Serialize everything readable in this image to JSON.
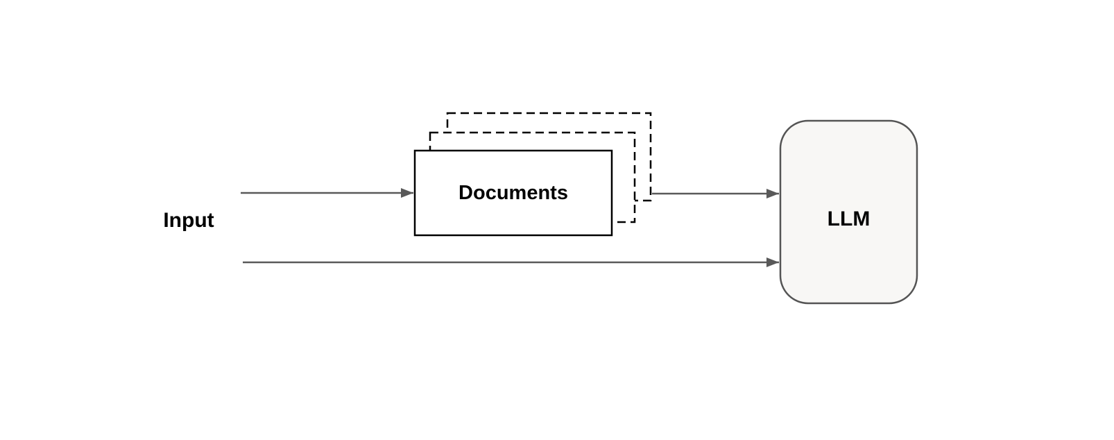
{
  "diagram": {
    "type": "flow-diagram",
    "background_color": "#ffffff",
    "nodes": {
      "input": {
        "label": "Input",
        "shape": "plain-text"
      },
      "documents": {
        "label": "Documents",
        "shape": "rectangle-stack",
        "front_style": "solid",
        "back_pages_style": "dashed",
        "stack_count": 3,
        "border_color": "#000000",
        "fill_color": "#ffffff"
      },
      "llm": {
        "label": "LLM",
        "shape": "rounded-rectangle",
        "border_color": "#545454",
        "fill_color": "#f8f7f5"
      }
    },
    "edges": [
      {
        "from": "Input",
        "to": "Documents",
        "style": "arrow"
      },
      {
        "from": "Input",
        "to": "LLM",
        "style": "arrow"
      },
      {
        "from": "Documents",
        "to": "LLM",
        "style": "arrow"
      }
    ],
    "colors": {
      "arrow": "#595959",
      "solid_border": "#000000",
      "dashed_border": "#000000",
      "llm_border": "#545454",
      "llm_fill": "#f8f7f5",
      "text": "#000000"
    }
  }
}
